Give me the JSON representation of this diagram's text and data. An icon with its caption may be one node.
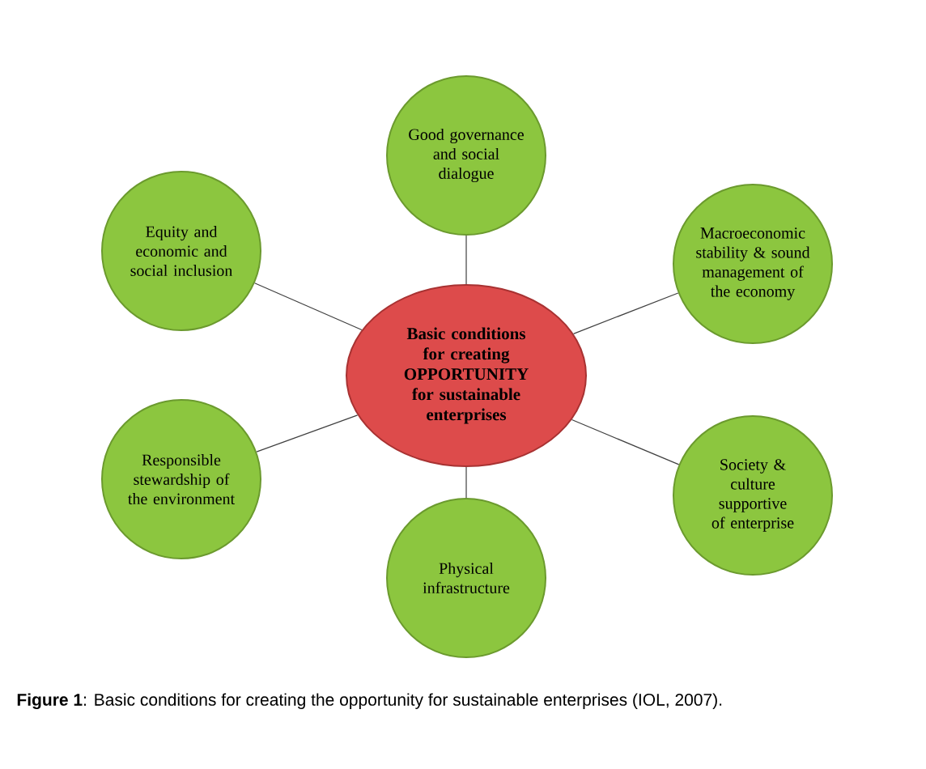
{
  "diagram": {
    "caption": "**Figure 1**: Basic conditions for creating the opportunity for sustainable enterprises (IOL, 2007).",
    "nodes": [
      {
        "text": [
          "Basic conditions for creating OPPORTUNITY for sustainable enterprises"
        ]
      },
      {
        "text": [
          "Good governance and social dialogue"
        ]
      },
      {
        "text": [
          "Equity and economic and social inclusion"
        ]
      },
      {
        "text": [
          "Macroeconomic stability & sound management of the economy"
        ]
      },
      {
        "text": [
          "Responsible stewardship of the environment"
        ]
      },
      {
        "text": [
          "Society & culture supportive of enterprise"
        ]
      },
      {
        "text": [
          "Physical infrastructure"
        ]
      }
    ],
    "edges": [
      {
        "from": 0,
        "to": 1,
        "arrow": "none"
      },
      {
        "from": 0,
        "to": 2,
        "arrow": "none"
      },
      {
        "from": 0,
        "to": 3,
        "arrow": "none"
      },
      {
        "from": 0,
        "to": 4,
        "arrow": "none"
      },
      {
        "from": 0,
        "to": 5,
        "arrow": "none"
      },
      {
        "from": 0,
        "to": 6,
        "arrow": "none"
      }
    ]
  }
}
